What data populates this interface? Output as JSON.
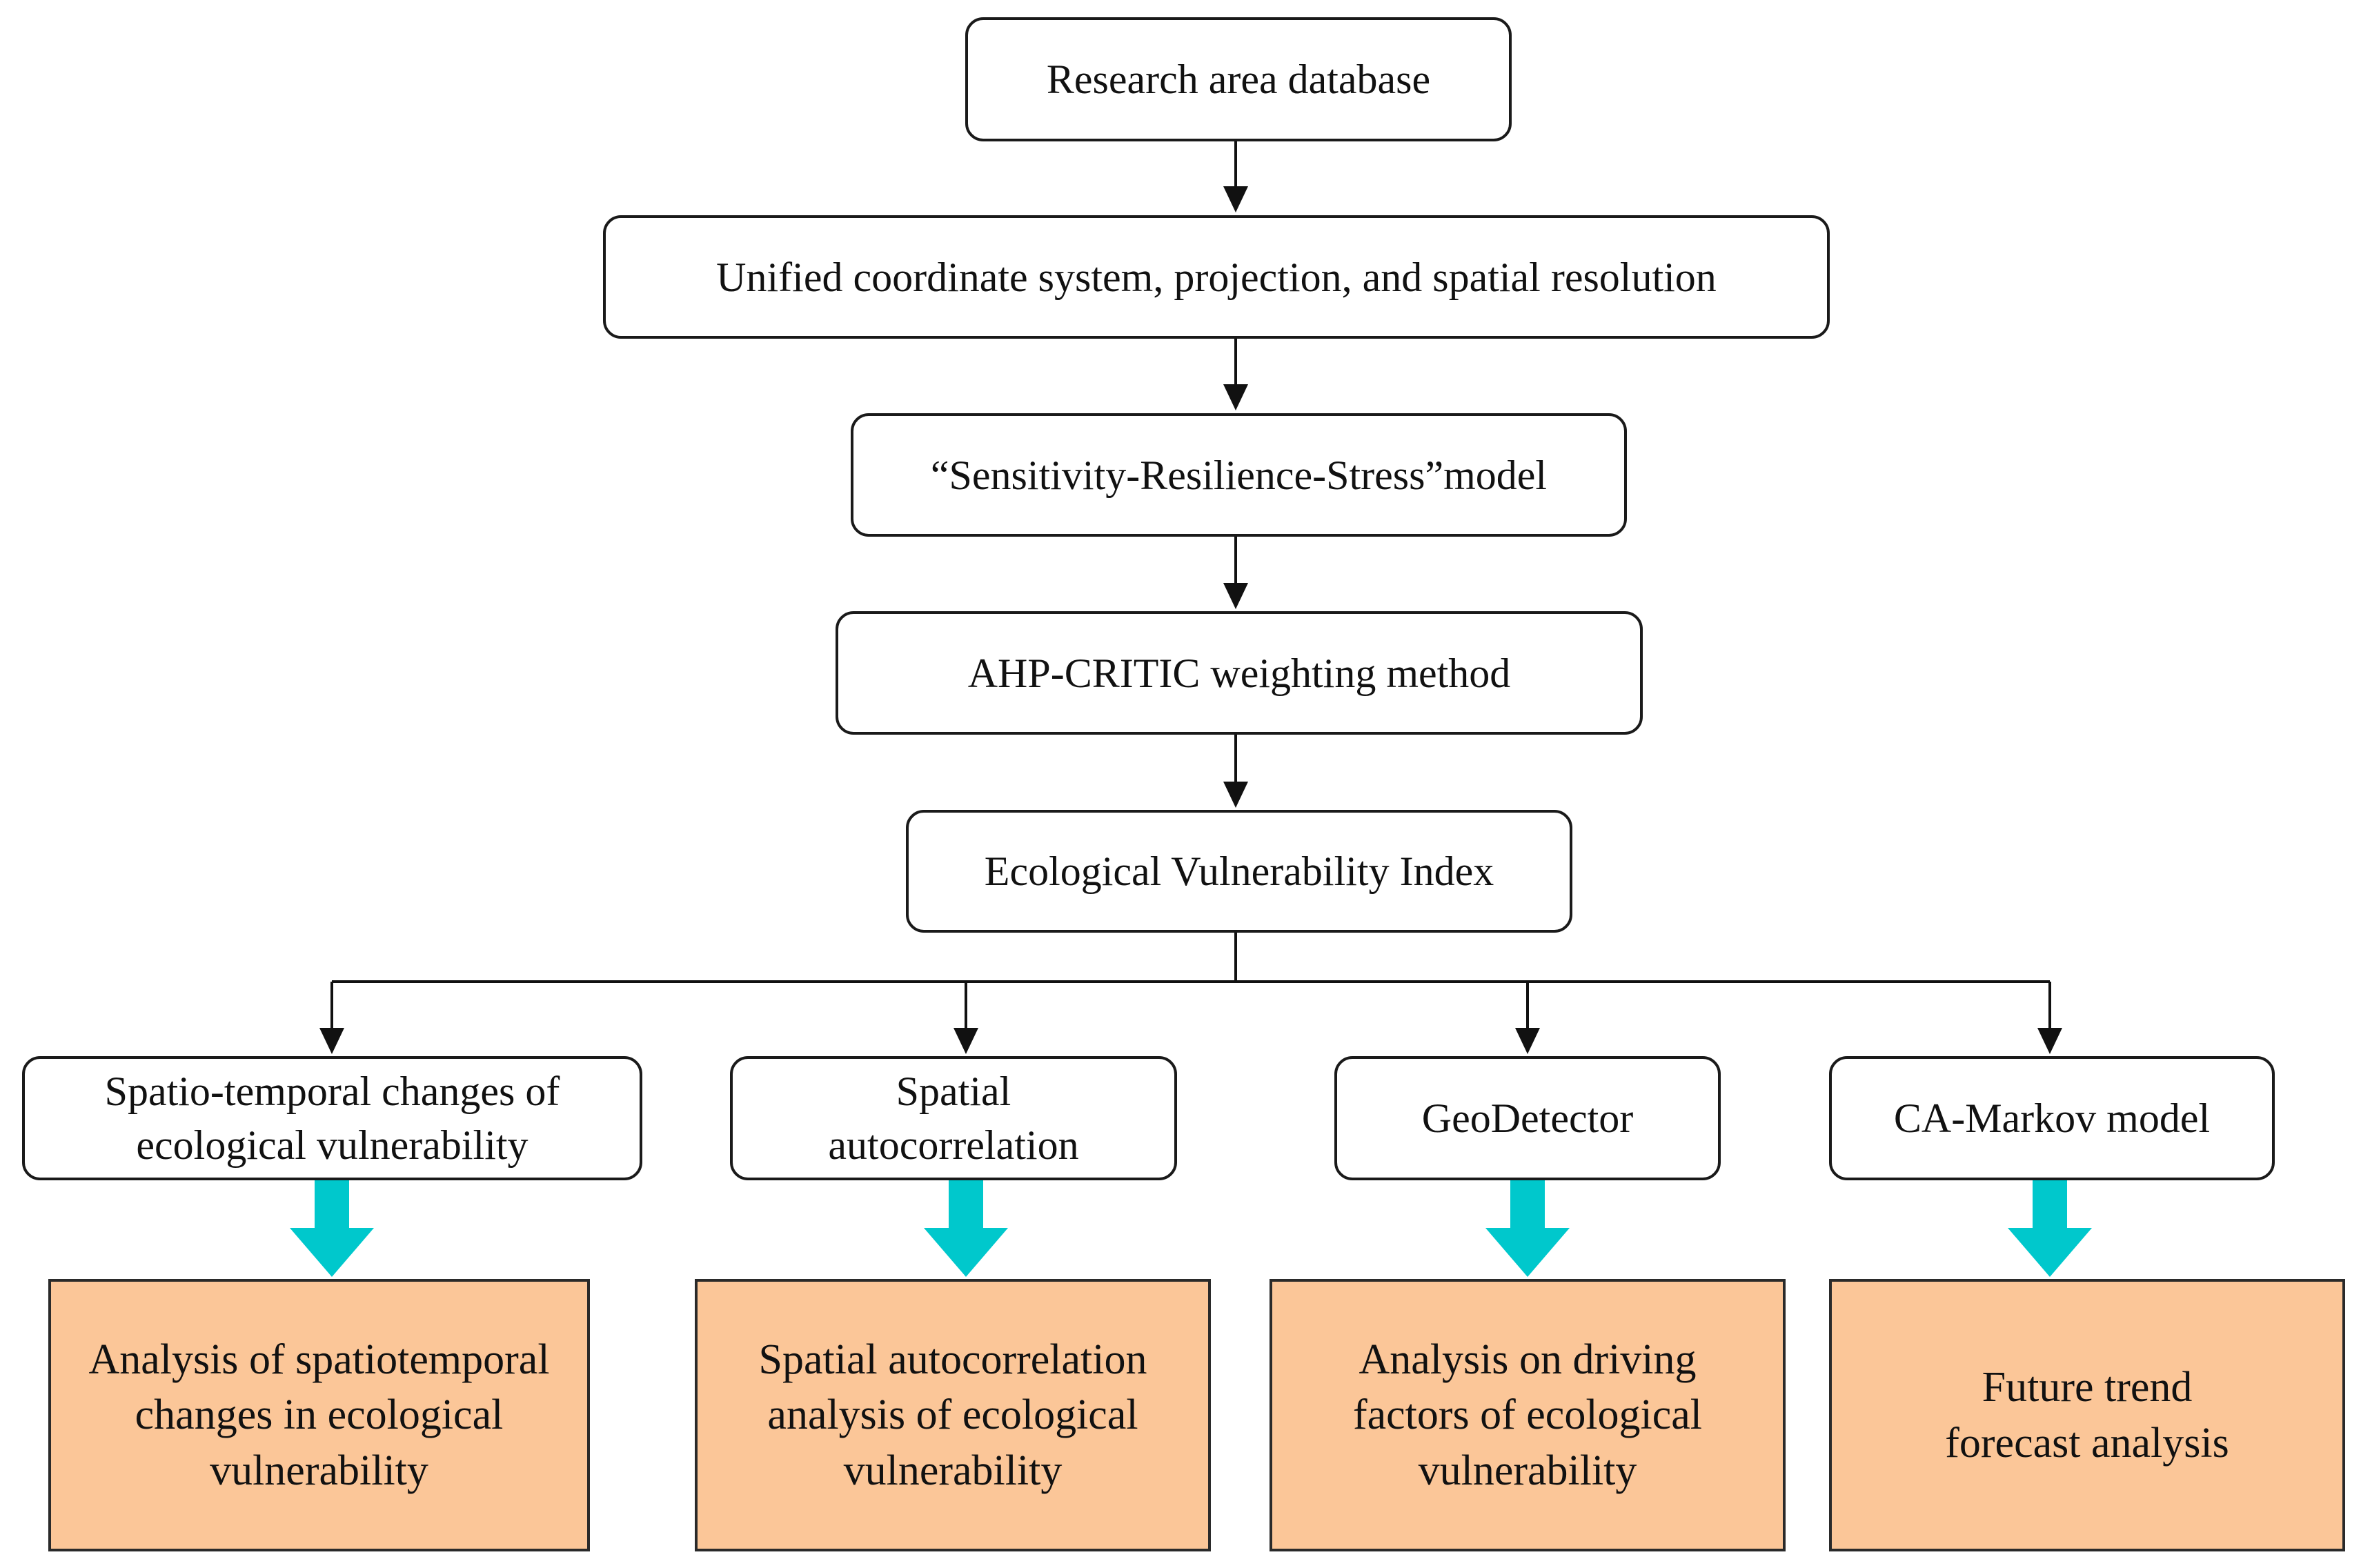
{
  "nodes": {
    "database": "Research area database",
    "unified": "Unified coordinate system, projection, and spatial resolution",
    "model": "“Sensitivity-Resilience-Stress”model",
    "weighting": "AHP-CRITIC weighting method",
    "index": "Ecological Vulnerability Index"
  },
  "methods": [
    "Spatio-temporal changes of\necological vulnerability",
    "Spatial\nautocorrelation",
    "GeoDetector",
    "CA-Markov model"
  ],
  "results": [
    "Analysis of spatiotemporal\nchanges in ecological\nvulnerability",
    "Spatial autocorrelation\nanalysis of ecological\nvulnerability",
    "Analysis on driving\nfactors of ecological\nvulnerability",
    "Future trend\nforecast analysis"
  ],
  "colors": {
    "result_fill": "#fbc698",
    "big_arrow": "#00c8cc",
    "line": "#111111"
  }
}
